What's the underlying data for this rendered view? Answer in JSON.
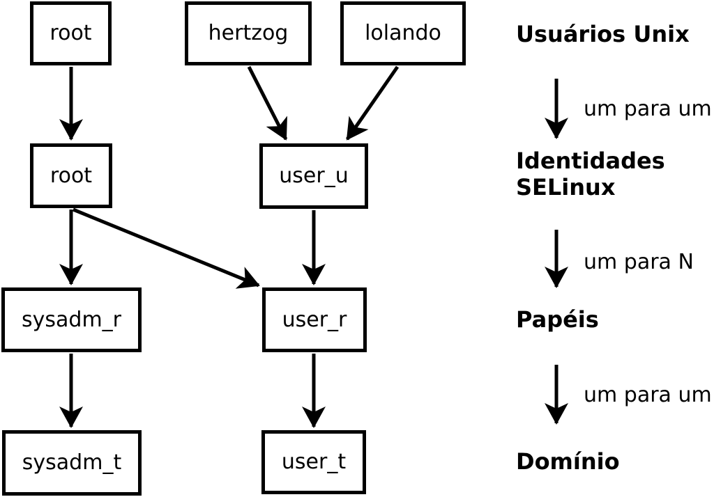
{
  "diagram": {
    "nodes": {
      "unix_root": "root",
      "unix_hertzog": "hertzog",
      "unix_lolando": "lolando",
      "selinux_root": "root",
      "selinux_user_u": "user_u",
      "role_sysadm_r": "sysadm_r",
      "role_user_r": "user_r",
      "domain_sysadm_t": "sysadm_t",
      "domain_user_t": "user_t"
    },
    "legend": {
      "level1": "Usuários Unix",
      "rel1": "um para um",
      "level2_line1": "Identidades",
      "level2_line2": "SELinux",
      "rel2": "um para N",
      "level3": "Papéis",
      "rel3": "um para um",
      "level4": "Domínio"
    },
    "colors": {
      "foreground": "#000000",
      "background": "#ffffff"
    }
  }
}
